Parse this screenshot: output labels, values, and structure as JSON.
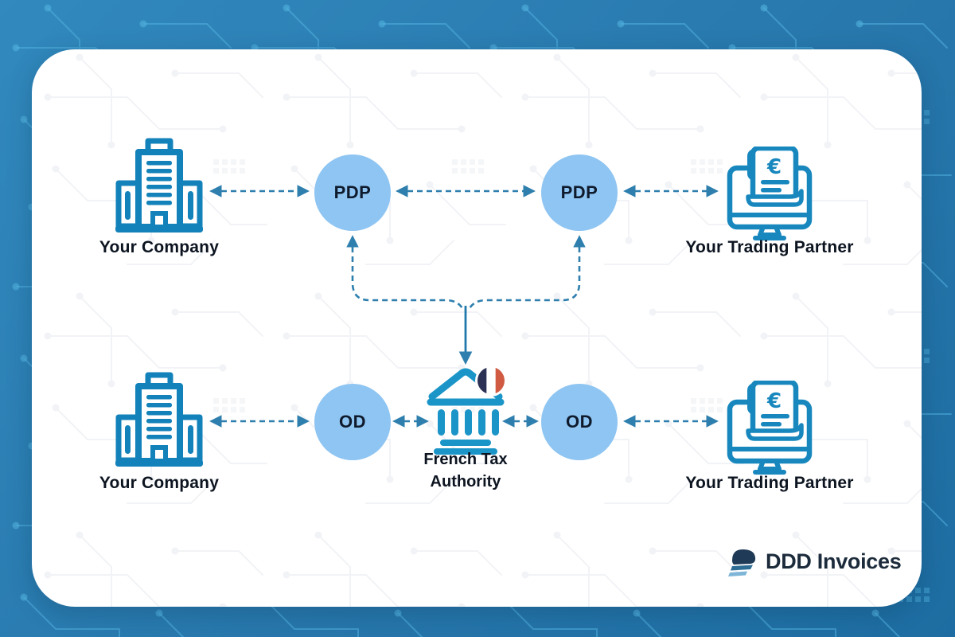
{
  "diagram": {
    "top_flow": {
      "company_label": "Your Company",
      "left_node_label": "PDP",
      "right_node_label": "PDP",
      "partner_label": "Your Trading Partner"
    },
    "bottom_flow": {
      "company_label": "Your Company",
      "left_node_label": "OD",
      "authority_label": "French Tax Authority",
      "right_node_label": "OD",
      "partner_label": "Your Trading Partner"
    },
    "icon_glyphs": {
      "euro": "€"
    },
    "branding": {
      "logo_text": "DDD Invoices"
    },
    "colors": {
      "page_background": "#2a7db2",
      "card_background": "#ffffff",
      "company_icon": "#1382ba",
      "partner_icon": "#1787be",
      "authority_icon": "#1b95c8",
      "node_circle_fill": "#8fc5f2",
      "node_text": "#0f1b2d",
      "arrow": "#2e7fae",
      "label_text": "#0c1420",
      "flag_navy": "#2b3154",
      "flag_white": "#ffffff",
      "flag_red": "#d05a42",
      "logo_icon_dark": "#1f3a56",
      "logo_icon_mid": "#2d6d95",
      "logo_icon_light": "#7fb6d8",
      "logo_text_color": "#1c2b3b"
    }
  }
}
